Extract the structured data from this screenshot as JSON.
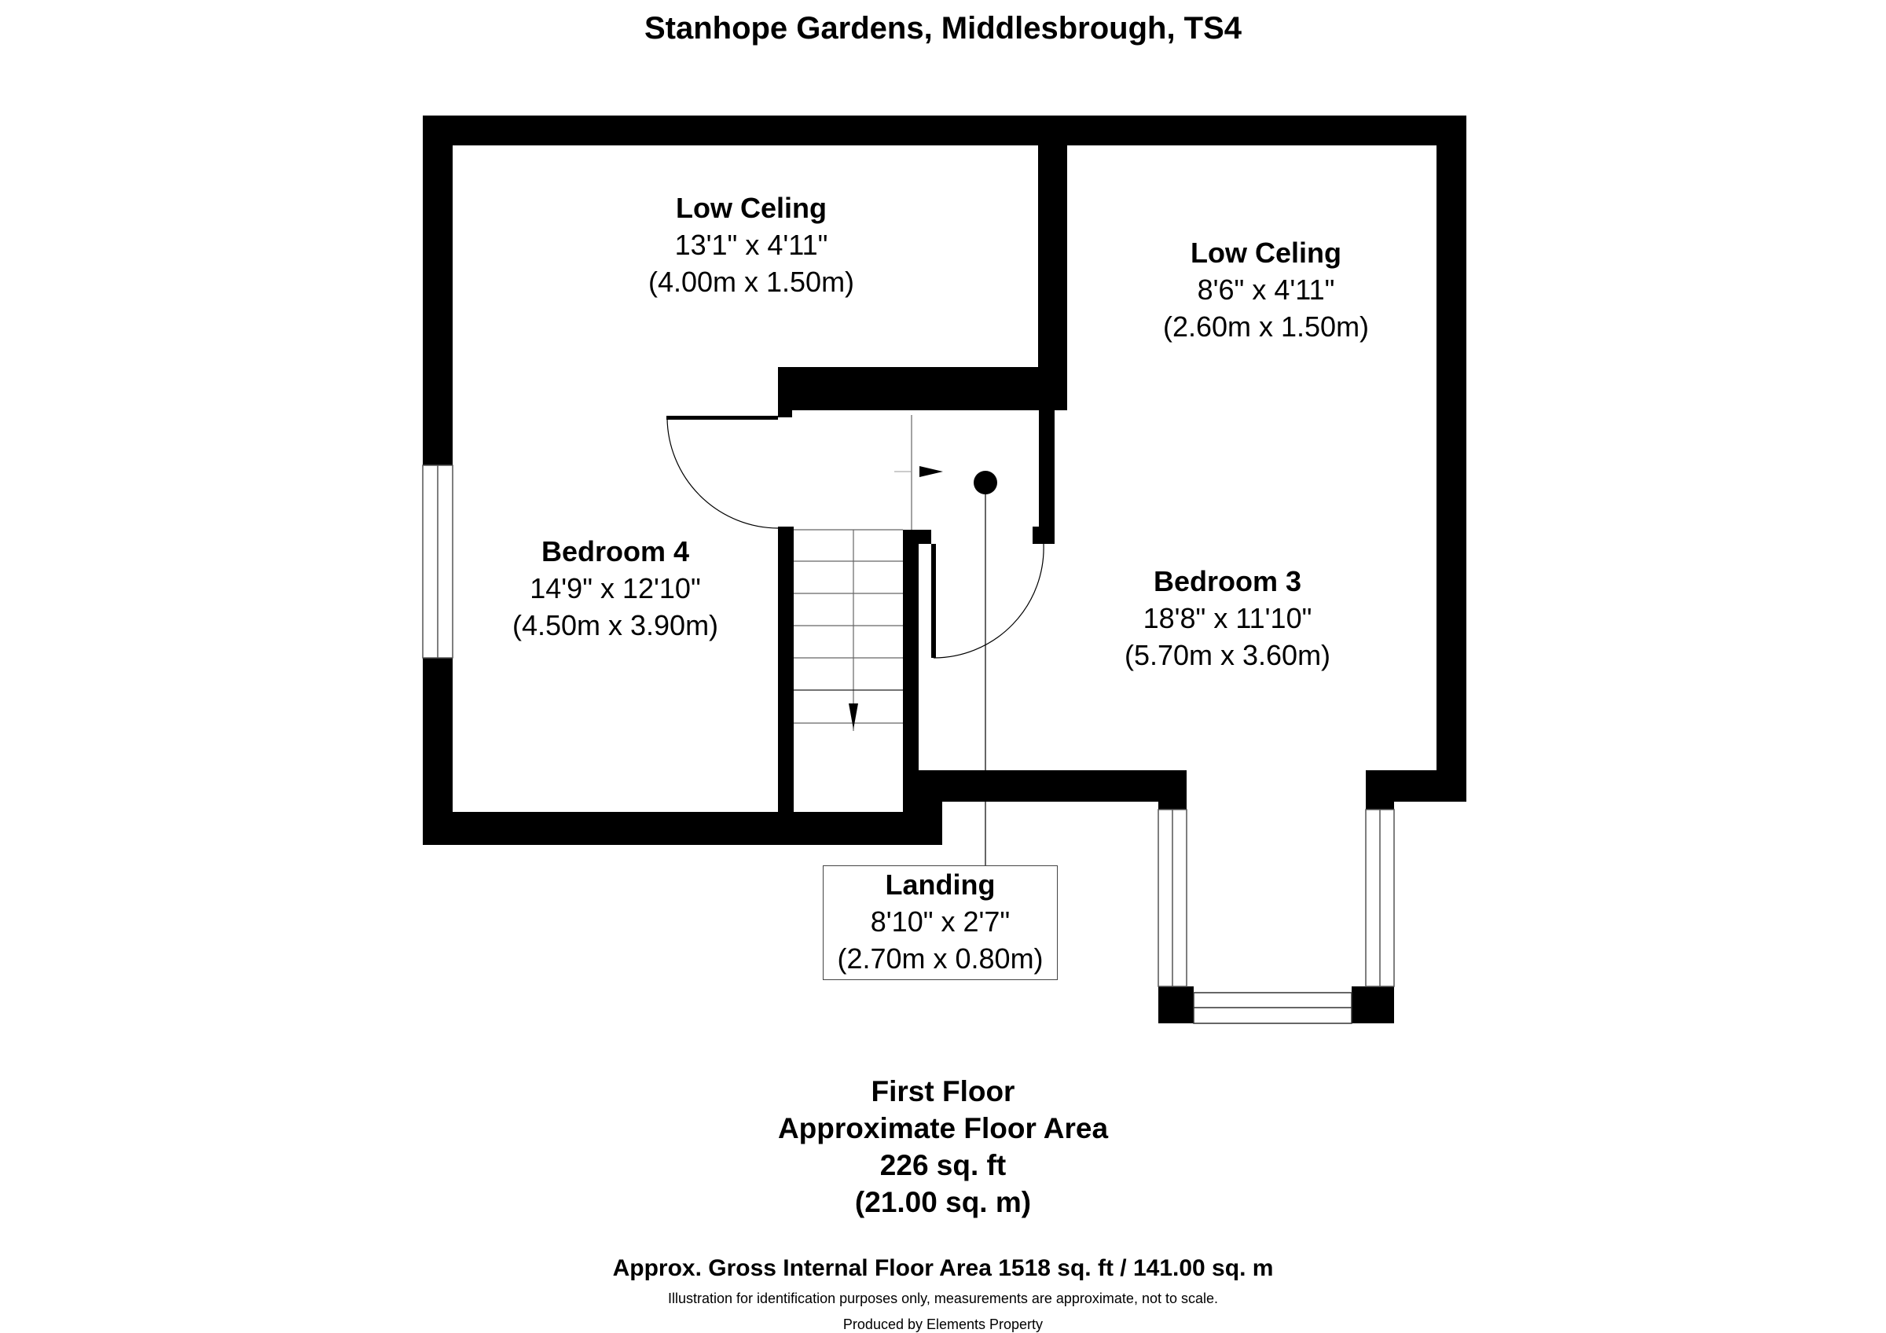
{
  "header": {
    "title": "Stanhope Gardens, Middlesbrough, TS4"
  },
  "rooms": [
    {
      "id": "low-ceiling-left",
      "name": "Low Celing",
      "imperial": "13'1\" x 4'11\"",
      "metric": "(4.00m x 1.50m)"
    },
    {
      "id": "low-ceiling-right",
      "name": "Low Celing",
      "imperial": "8'6\" x 4'11\"",
      "metric": "(2.60m x 1.50m)"
    },
    {
      "id": "bedroom-4",
      "name": "Bedroom 4",
      "imperial": "14'9\" x 12'10\"",
      "metric": "(4.50m x 3.90m)"
    },
    {
      "id": "bedroom-3",
      "name": "Bedroom 3",
      "imperial": "18'8\" x 11'10\"",
      "metric": "(5.70m x 3.60m)"
    },
    {
      "id": "landing",
      "name": "Landing",
      "imperial": "8'10\" x 2'7\"",
      "metric": "(2.70m x 0.80m)"
    }
  ],
  "floor": {
    "name": "First Floor",
    "area_label": "Approximate Floor Area",
    "area_sqft": "226 sq. ft",
    "area_sqm": "(21.00 sq. m)"
  },
  "footer": {
    "gross_area": "Approx. Gross Internal Floor Area 1518 sq. ft / 141.00 sq. m",
    "disclaimer": "Illustration for identification purposes only, measurements are approximate, not to scale.",
    "producer": "Produced by Elements Property"
  },
  "colors": {
    "wall": "#000000",
    "background": "#ffffff",
    "fixture_line": "#555555"
  }
}
